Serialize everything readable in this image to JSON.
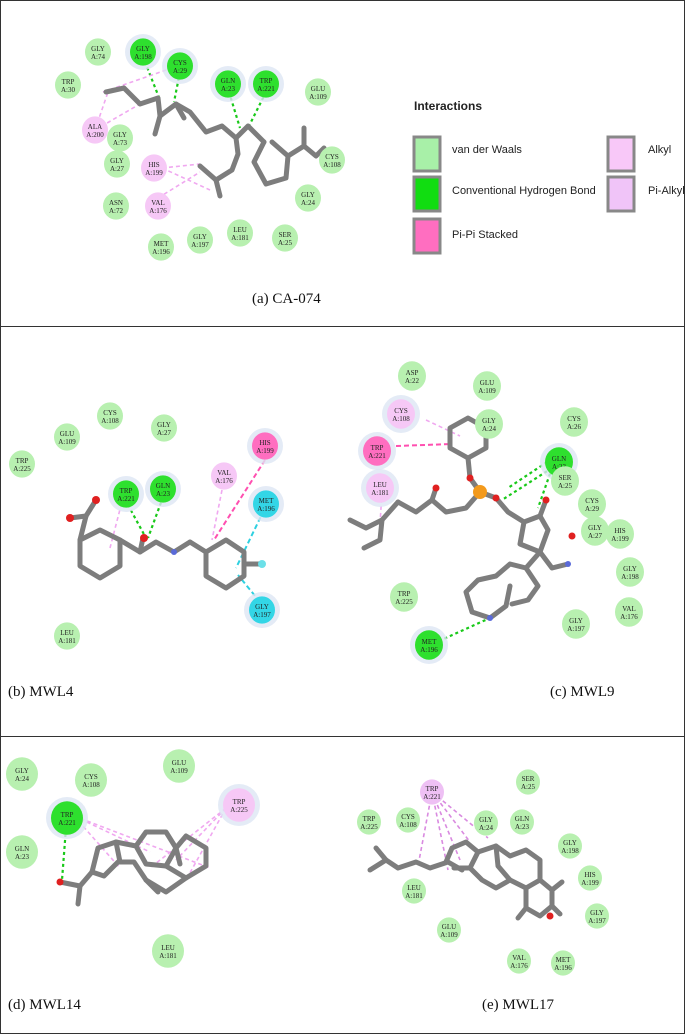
{
  "colors": {
    "vdw": "#b8f0b0",
    "hbond": "#2ee02e",
    "pipi": "#ff6ec0",
    "alkyl": "#f6c8f6",
    "pialkyl": "#eec0f4",
    "cyan": "#33d6e6",
    "bond": "#7d7d7d"
  },
  "legend": {
    "title": "Interactions",
    "items": [
      {
        "label": "van der Waals",
        "type": "vdw"
      },
      {
        "label": "Conventional Hydrogen Bond",
        "type": "hbond"
      },
      {
        "label": "Pi-Pi Stacked",
        "type": "pipi"
      },
      {
        "label": "Alkyl",
        "type": "alkyl"
      },
      {
        "label": "Pi-Alkyl",
        "type": "pialkyl"
      }
    ]
  },
  "panels": [
    {
      "id": "a",
      "caption": "(a)    CA-074",
      "residues": [
        {
          "name": "GLY",
          "num": "A:74",
          "type": "vdw"
        },
        {
          "name": "GLY",
          "num": "A:198",
          "type": "hbond"
        },
        {
          "name": "CYS",
          "num": "A:29",
          "type": "hbond"
        },
        {
          "name": "TRP",
          "num": "A:30",
          "type": "vdw"
        },
        {
          "name": "GLN",
          "num": "A:23",
          "type": "hbond"
        },
        {
          "name": "TRP",
          "num": "A:221",
          "type": "hbond"
        },
        {
          "name": "GLU",
          "num": "A:109",
          "type": "vdw"
        },
        {
          "name": "ALA",
          "num": "A:200",
          "type": "alkyl"
        },
        {
          "name": "GLY",
          "num": "A:73",
          "type": "vdw"
        },
        {
          "name": "GLY",
          "num": "A:27",
          "type": "vdw"
        },
        {
          "name": "HIS",
          "num": "A:199",
          "type": "alkyl"
        },
        {
          "name": "CYS",
          "num": "A:108",
          "type": "vdw"
        },
        {
          "name": "VAL",
          "num": "A:176",
          "type": "alkyl"
        },
        {
          "name": "ASN",
          "num": "A:72",
          "type": "vdw"
        },
        {
          "name": "GLY",
          "num": "A:24",
          "type": "vdw"
        },
        {
          "name": "LEU",
          "num": "A:181",
          "type": "vdw"
        },
        {
          "name": "GLY",
          "num": "A:197",
          "type": "vdw"
        },
        {
          "name": "SER",
          "num": "A:25",
          "type": "vdw"
        },
        {
          "name": "MET",
          "num": "A:196",
          "type": "vdw"
        }
      ]
    },
    {
      "id": "b",
      "caption": "(b) MWL4",
      "residues": [
        {
          "name": "CYS",
          "num": "A:108",
          "type": "vdw"
        },
        {
          "name": "GLU",
          "num": "A:109",
          "type": "vdw"
        },
        {
          "name": "GLY",
          "num": "A:27",
          "type": "vdw"
        },
        {
          "name": "TRP",
          "num": "A:225",
          "type": "vdw"
        },
        {
          "name": "HIS",
          "num": "A:199",
          "type": "pipi"
        },
        {
          "name": "TRP",
          "num": "A:221",
          "type": "hbond"
        },
        {
          "name": "GLN",
          "num": "A:23",
          "type": "hbond"
        },
        {
          "name": "VAL",
          "num": "A:176",
          "type": "alkyl"
        },
        {
          "name": "MET",
          "num": "A:196",
          "type": "cyan"
        },
        {
          "name": "GLY",
          "num": "A:197",
          "type": "cyan"
        },
        {
          "name": "LEU",
          "num": "A:181",
          "type": "vdw"
        }
      ]
    },
    {
      "id": "c",
      "caption": "(c)  MWL9",
      "residues": [
        {
          "name": "ASP",
          "num": "A:22",
          "type": "vdw"
        },
        {
          "name": "GLU",
          "num": "A:109",
          "type": "vdw"
        },
        {
          "name": "CYS",
          "num": "A:108",
          "type": "alkyl"
        },
        {
          "name": "GLY",
          "num": "A:24",
          "type": "vdw"
        },
        {
          "name": "CYS",
          "num": "A:26",
          "type": "vdw"
        },
        {
          "name": "TRP",
          "num": "A:221",
          "type": "pipi"
        },
        {
          "name": "GLN",
          "num": "A:23",
          "type": "hbond"
        },
        {
          "name": "SER",
          "num": "A:25",
          "type": "vdw"
        },
        {
          "name": "CYS",
          "num": "A:29",
          "type": "vdw"
        },
        {
          "name": "LEU",
          "num": "A:181",
          "type": "alkyl"
        },
        {
          "name": "GLY",
          "num": "A:27",
          "type": "vdw"
        },
        {
          "name": "HIS",
          "num": "A:199",
          "type": "vdw"
        },
        {
          "name": "GLY",
          "num": "A:198",
          "type": "vdw"
        },
        {
          "name": "TRP",
          "num": "A:225",
          "type": "vdw"
        },
        {
          "name": "VAL",
          "num": "A:176",
          "type": "vdw"
        },
        {
          "name": "GLY",
          "num": "A:197",
          "type": "vdw"
        },
        {
          "name": "MET",
          "num": "A:196",
          "type": "hbond"
        }
      ]
    },
    {
      "id": "d",
      "caption": "(d) MWL14",
      "residues": [
        {
          "name": "GLY",
          "num": "A:24",
          "type": "vdw"
        },
        {
          "name": "CYS",
          "num": "A:108",
          "type": "vdw"
        },
        {
          "name": "GLU",
          "num": "A:109",
          "type": "vdw"
        },
        {
          "name": "TRP",
          "num": "A:221",
          "type": "hbond"
        },
        {
          "name": "TRP",
          "num": "A:225",
          "type": "alkyl"
        },
        {
          "name": "GLN",
          "num": "A:23",
          "type": "vdw"
        },
        {
          "name": "LEU",
          "num": "A:181",
          "type": "vdw"
        }
      ]
    },
    {
      "id": "e",
      "caption": "(e) MWL17",
      "residues": [
        {
          "name": "TRP",
          "num": "A:221",
          "type": "pialkyl"
        },
        {
          "name": "SER",
          "num": "A:25",
          "type": "vdw"
        },
        {
          "name": "GLY",
          "num": "A:24",
          "type": "vdw"
        },
        {
          "name": "TRP",
          "num": "A:225",
          "type": "vdw"
        },
        {
          "name": "CYS",
          "num": "A:108",
          "type": "vdw"
        },
        {
          "name": "GLN",
          "num": "A:23",
          "type": "vdw"
        },
        {
          "name": "GLY",
          "num": "A:198",
          "type": "vdw"
        },
        {
          "name": "HIS",
          "num": "A:199",
          "type": "vdw"
        },
        {
          "name": "LEU",
          "num": "A:181",
          "type": "vdw"
        },
        {
          "name": "GLU",
          "num": "A:109",
          "type": "vdw"
        },
        {
          "name": "GLY",
          "num": "A:197",
          "type": "vdw"
        },
        {
          "name": "VAL",
          "num": "A:176",
          "type": "vdw"
        },
        {
          "name": "MET",
          "num": "A:196",
          "type": "vdw"
        }
      ]
    }
  ]
}
